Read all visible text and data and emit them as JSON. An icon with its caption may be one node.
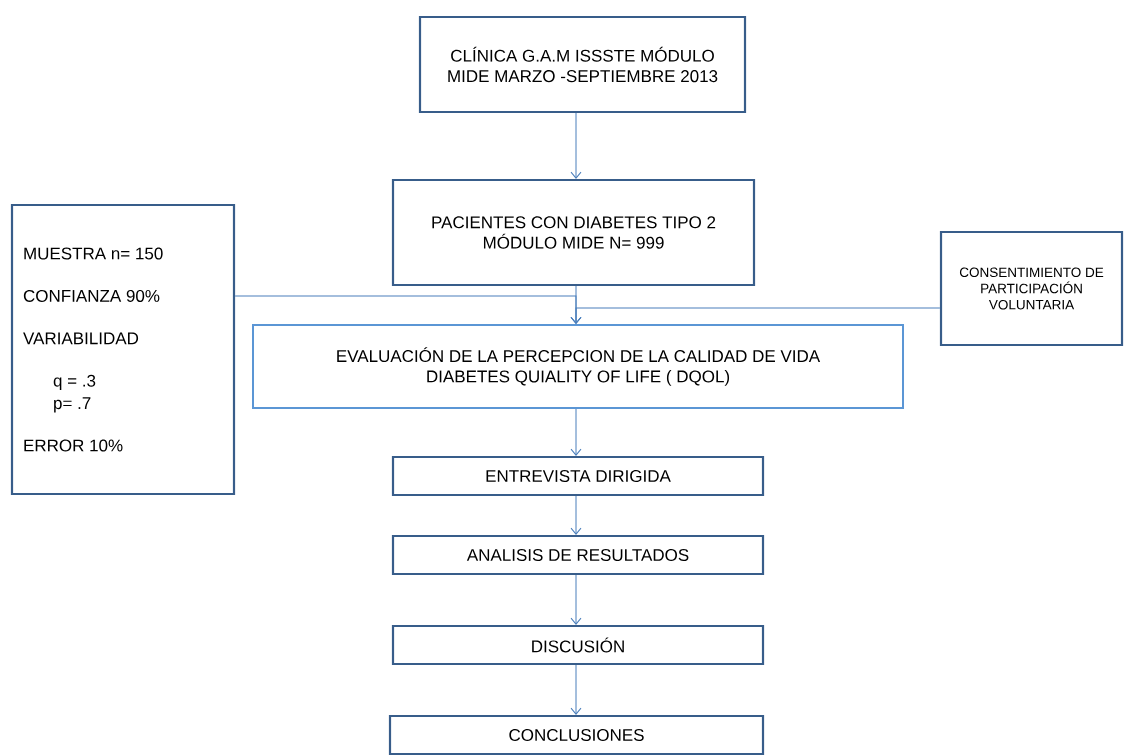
{
  "diagram": {
    "nodes": [
      {
        "text": [
          "CLÍNICA G.A.M ISSSTE MÓDULO MIDE MARZO -SEPTIEMBRE 2013"
        ]
      },
      {
        "text": [
          "PACIENTES CON DIABETES TIPO 2 MÓDULO MIDE N= 999"
        ]
      },
      {
        "text": [
          "MUESTRA n= 150",
          "CONFIANZA 90%",
          "VARIABILIDAD",
          "q = .3",
          "p= .7",
          "ERROR 10%"
        ]
      },
      {
        "text": [
          "CONSENTIMIENTO DE PARTICIPACIÓN VOLUNTARIA"
        ]
      },
      {
        "text": [
          "EVALUACIÓN DE LA PERCEPCION DE LA CALIDAD DE VIDA DIABETES QUIALITY OF LIFE ( DQOL)"
        ]
      },
      {
        "text": [
          "ENTREVISTA DIRIGIDA"
        ]
      },
      {
        "text": [
          "ANALISIS DE RESULTADOS"
        ]
      },
      {
        "text": [
          "DISCUSIÓN"
        ]
      },
      {
        "text": [
          "CONCLUSIONES"
        ]
      }
    ],
    "edges": [
      {
        "from": 0,
        "to": 1,
        "arrow": "to"
      },
      {
        "from": 1,
        "to": 4,
        "arrow": "to"
      },
      {
        "from": 2,
        "to": 4,
        "arrow": "to"
      },
      {
        "from": 3,
        "to": 4,
        "arrow": "to"
      },
      {
        "from": 4,
        "to": 5,
        "arrow": "to"
      },
      {
        "from": 5,
        "to": 6,
        "arrow": "to"
      },
      {
        "from": 6,
        "to": 7,
        "arrow": "to"
      },
      {
        "from": 7,
        "to": 8,
        "arrow": "to"
      }
    ]
  }
}
